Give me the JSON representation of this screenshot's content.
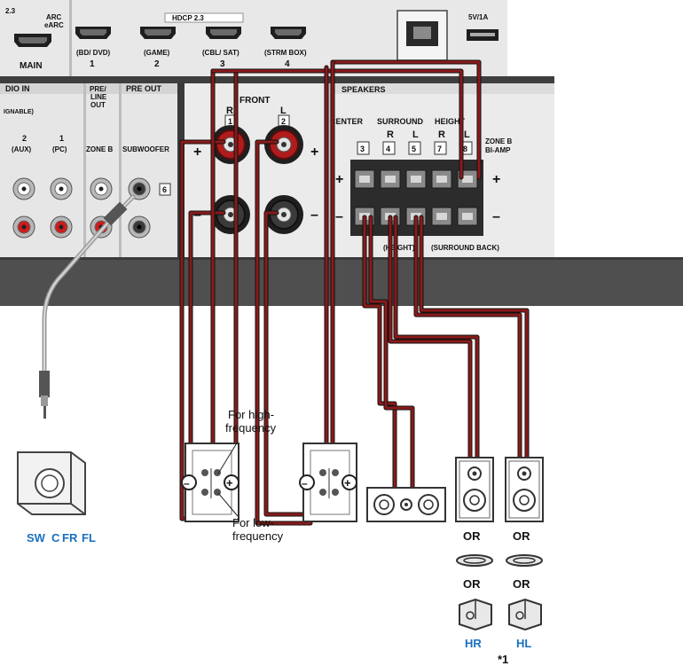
{
  "receiver": {
    "hdmi_version_top": "HDCP 2.3",
    "hdmi_version_left": "2.3",
    "hdmi_out": {
      "arc": "ARC",
      "earc": "eARC",
      "label": "MAIN"
    },
    "hdmi_inputs": [
      {
        "name": "(BD/ DVD)",
        "number": "1"
      },
      {
        "name": "(GAME)",
        "number": "2"
      },
      {
        "name": "(CBL/ SAT)",
        "number": "3"
      },
      {
        "name": "(STRM BOX)",
        "number": "4"
      }
    ],
    "usb": "5V/1A",
    "audio_in": {
      "title": "DIO IN",
      "subtitle": "IGNABLE)",
      "aux_num": "2",
      "aux": "(AUX)",
      "pc_num": "1",
      "pc": "(PC)"
    },
    "pre_line_out": {
      "title1": "PRE/",
      "title2": "LINE",
      "title3": "OUT",
      "zone": "ZONE B"
    },
    "pre_out": {
      "title": "PRE OUT",
      "subwoofer": "SUBWOOFER",
      "channel": "6"
    },
    "front": {
      "title": "FRONT",
      "r": "R",
      "l": "L",
      "r_num": "1",
      "l_num": "2"
    },
    "speakers": {
      "title": "SPEAKERS",
      "center": "CENTER",
      "center_num": "3",
      "surround": "SURROUND",
      "surround_r": "R",
      "surround_l": "L",
      "surround_r_num": "4",
      "surround_l_num": "5",
      "height": "HEIGHT",
      "height_r": "R",
      "height_l": "L",
      "height_r_num": "7",
      "height_l_num": "8",
      "zone_b1": "ZONE B",
      "zone_b2": "BI-AMP",
      "bottom_height": "(HEIGHT)",
      "bottom_surround_back": "(SURROUND BACK)"
    },
    "plus": "+",
    "minus": "–"
  },
  "callouts": {
    "high_line1": "For high-",
    "high_line2": "frequency",
    "low_line1": "For low-",
    "low_line2": "frequency"
  },
  "labels": {
    "subwoofer": "SW",
    "center": "C",
    "front_r": "FR",
    "front_l": "FL",
    "or": "OR",
    "hr": "HR",
    "hl": "HL",
    "footnote": "*1"
  },
  "colors": {
    "panel": "#e6e6e6",
    "band": "#545454",
    "cable_red": "#8b1a1a",
    "accent_blue": "#1a6fbf",
    "terminal_red": "#b01c1c"
  }
}
